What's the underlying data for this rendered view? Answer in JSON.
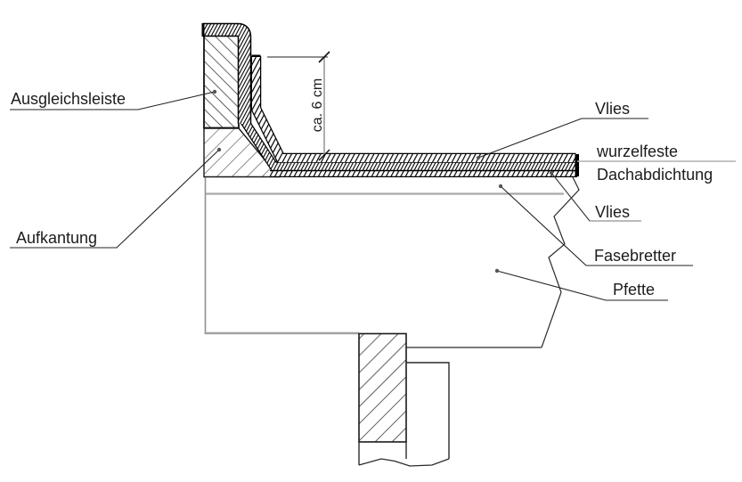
{
  "drawing": {
    "labels": {
      "ausgleichsleiste": "Ausgleichsleiste",
      "aufkantung": "Aufkantung",
      "vlies_oben": "Vlies",
      "abdichtung_zeile1": "wurzelfeste",
      "abdichtung_zeile2": "Dachabdichtung",
      "vlies_unten": "Vlies",
      "fasebretter": "Fasebretter",
      "pfette": "Pfette",
      "massangabe": "ca. 6 cm"
    },
    "colors": {
      "ink": "#1c1c1c",
      "gray_line": "#a8a8a8",
      "background": "#ffffff"
    }
  }
}
